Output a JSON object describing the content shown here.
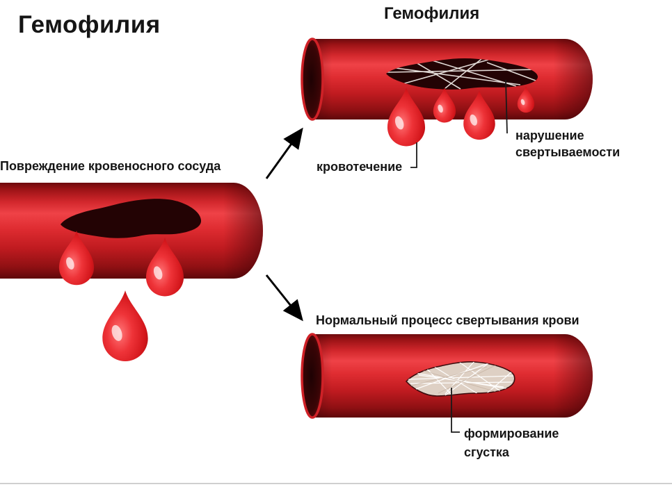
{
  "titles": {
    "main": "Гемофилия",
    "hemophilia": "Гемофилия"
  },
  "labels": {
    "vessel_damage": "Повреждение кровеносного сосуда",
    "bleeding": "кровотечение",
    "clotting_disorder": "нарушение свертываемости",
    "normal_clotting": "Нормальный процесс свертывания крови",
    "clot_formation": "формирование сгустка"
  },
  "colors": {
    "background": "#ffffff",
    "vessel_red": "#d6232a",
    "vessel_highlight": "#ef4247",
    "vessel_dark": "#6e0a0d",
    "wound_dark": "#230304",
    "blood_drop": "#e01c22",
    "fibrin_white": "#f7f2ee",
    "clot_mesh": "#e9ddd2",
    "text": "#151515",
    "arrow": "#000000"
  }
}
